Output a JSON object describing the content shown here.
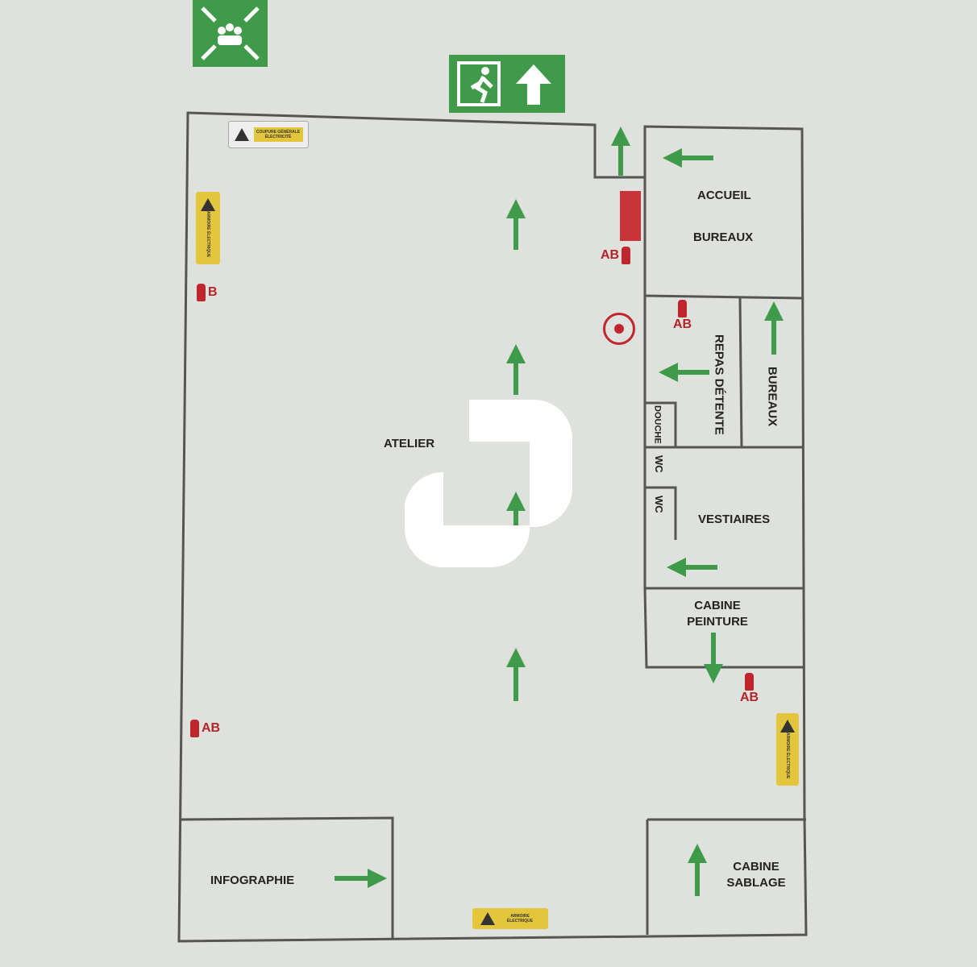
{
  "rooms": {
    "atelier": "ATELIER",
    "accueil": "ACCUEIL",
    "bureaux_top": "BUREAUX",
    "repas": "REPAS DÉTENTE",
    "bureaux_side": "BUREAUX",
    "douche": "DOUCHE",
    "wc1": "WC",
    "wc2": "WC",
    "vestiaires": "VESTIAIRES",
    "cabine_peinture": "CABINE PEINTURE",
    "infographie": "INFOGRAPHIE",
    "cabine_sablage": "CABINE SABLAGE"
  },
  "extinguishers": [
    "B",
    "AB",
    "AB",
    "AB",
    "AB"
  ],
  "warnings": {
    "coupure": "COUPURE GÉNÉRALE ÉLECTRICITÉ",
    "armoire": "ARMOIRE ÉLECTRIQUE"
  },
  "colors": {
    "exit_green": "#3f9a4a",
    "fire_red": "#c0262d",
    "warning_yellow": "#e3c63b"
  }
}
